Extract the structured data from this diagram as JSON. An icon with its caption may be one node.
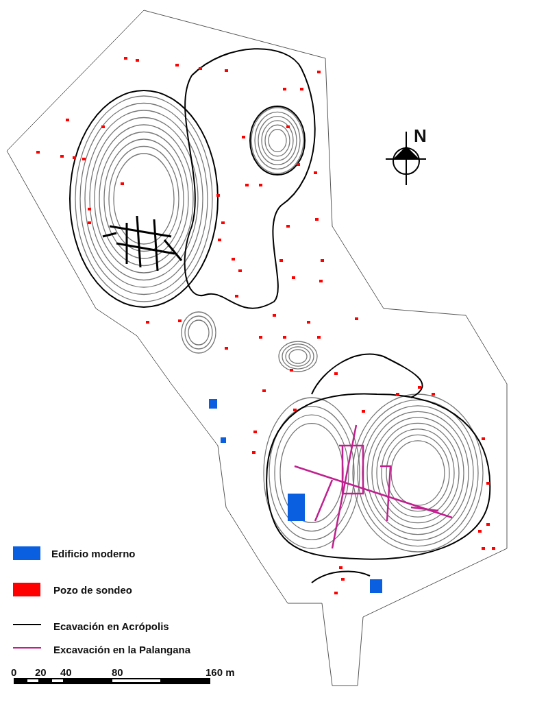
{
  "diagram": {
    "labels": [
      "N",
      "0",
      "20",
      "40",
      "80",
      "160 m"
    ],
    "legend": [
      {
        "text": "Edificio moderno",
        "color": "#0a5ee0"
      },
      {
        "text": "Pozo de sondeo",
        "color": "#ff0000"
      },
      {
        "text": "Ecavación en Acrópolis"
      },
      {
        "text": "Excavación en la Palangana"
      }
    ]
  }
}
